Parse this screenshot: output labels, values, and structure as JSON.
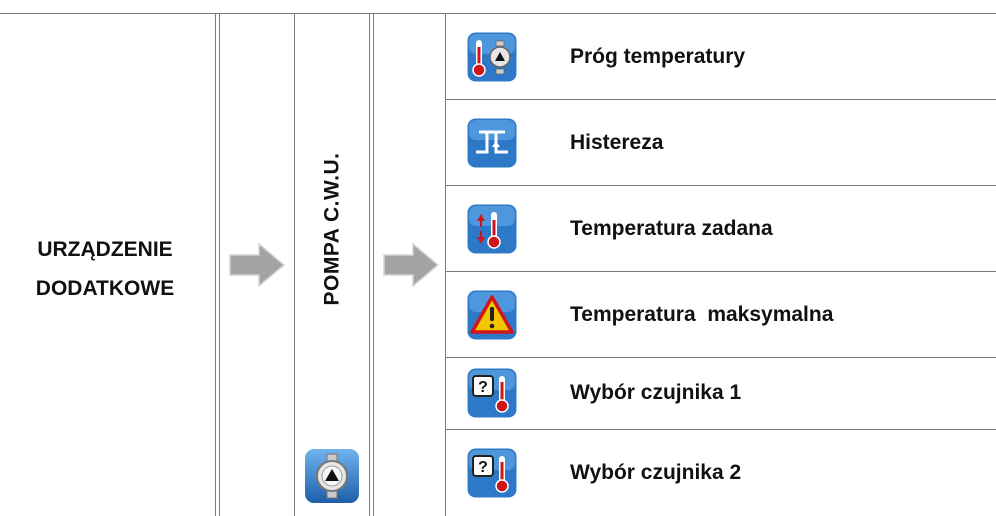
{
  "device": {
    "label_line1": "URZĄDZENIE",
    "label_line2": "DODATKOWE"
  },
  "submenu": {
    "label": "POMPA C.W.U.",
    "icon": "pump-icon"
  },
  "arrows": [
    "right-arrow-icon",
    "right-arrow-icon"
  ],
  "options": [
    {
      "label": "Próg temperatury",
      "icon": "thermometer-pump-icon"
    },
    {
      "label": "Histereza",
      "icon": "hysteresis-icon"
    },
    {
      "label": "Temperatura zadana",
      "icon": "set-temperature-icon"
    },
    {
      "label": "Temperatura  maksymalna",
      "icon": "warning-icon"
    },
    {
      "label": "Wybór czujnika 1",
      "icon": "sensor-select-icon"
    },
    {
      "label": "Wybór czujnika 2",
      "icon": "sensor-select-icon"
    }
  ],
  "colors": {
    "border": "#7a7a7a",
    "icon_blue": "#2e78c8",
    "arrow": "#9d9d9d",
    "thermometer_red": "#d0151a"
  }
}
